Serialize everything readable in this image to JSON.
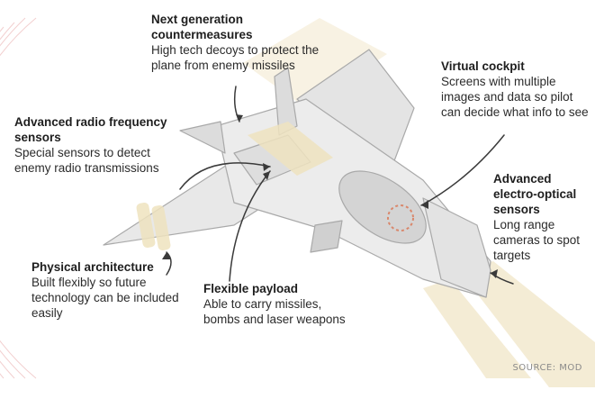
{
  "colors": {
    "aircraft_fill": "#e6e6e6",
    "aircraft_stroke": "#a9a9a9",
    "highlight": "#efe3bf",
    "radio_waves": "#f0c9c9",
    "callout_text": "#2b2b2b",
    "source_text": "#8a8a8a"
  },
  "callouts": {
    "countermeasures": {
      "title": "Next generation countermeasures",
      "desc": "High tech decoys to protect the plane from enemy missiles"
    },
    "radio": {
      "title": "Advanced radio frequency sensors",
      "desc": "Special sensors to detect enemy radio transmissions"
    },
    "cockpit": {
      "title": "Virtual cockpit",
      "desc": "Screens with multiple images and data so pilot can decide what info to see"
    },
    "electro": {
      "title": "Advanced electro-optical sensors",
      "desc": "Long range cameras to spot targets"
    },
    "physical": {
      "title": "Physical architecture",
      "desc": "Built flexibly so future technology can be included easily"
    },
    "payload": {
      "title": "Flexible payload",
      "desc": "Able to carry missiles, bombs and laser weapons"
    }
  },
  "source": "SOURCE: MOD"
}
